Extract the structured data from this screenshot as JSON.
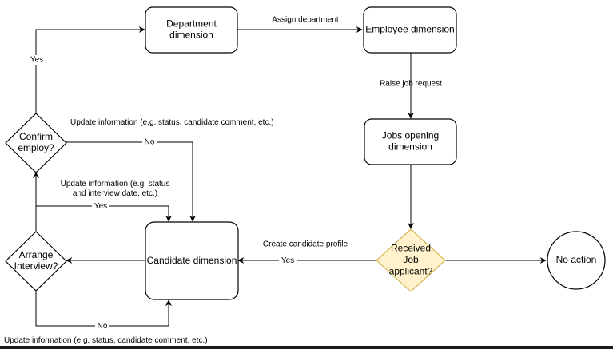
{
  "nodes": {
    "department": {
      "lines": [
        "Department",
        "dimension"
      ]
    },
    "employee": {
      "lines": [
        "Employee dimension"
      ]
    },
    "jobs_opening": {
      "lines": [
        "Jobs opening",
        "dimension"
      ]
    },
    "received": {
      "lines": [
        "Received",
        "Job",
        "applicant?"
      ]
    },
    "no_action": {
      "lines": [
        "No action"
      ]
    },
    "candidate": {
      "lines": [
        "Candidate dimension"
      ]
    },
    "confirm": {
      "lines": [
        "Confirm",
        "employ?"
      ]
    },
    "arrange": {
      "lines": [
        "Arrange",
        "Interview?"
      ]
    }
  },
  "edges": {
    "assign_department": "Assign department",
    "raise_job_request": "Raise job request",
    "create_profile": "Create candidate profile",
    "received_yes": "Yes",
    "confirm_yes": "Yes",
    "confirm_no": "No",
    "arrange_yes": "Yes",
    "arrange_no": "No"
  },
  "notes": {
    "update_confirm": [
      "Update information (e,g. status, candidate comment, etc.)"
    ],
    "update_interview": [
      "Update information (e.g. status",
      "and interview date, etc.)"
    ],
    "update_bottom": [
      "Update information (e,g. status, candidate comment, etc.)"
    ]
  },
  "colors": {
    "received_fill": "#fff2cc",
    "received_stroke": "#d6b656"
  }
}
